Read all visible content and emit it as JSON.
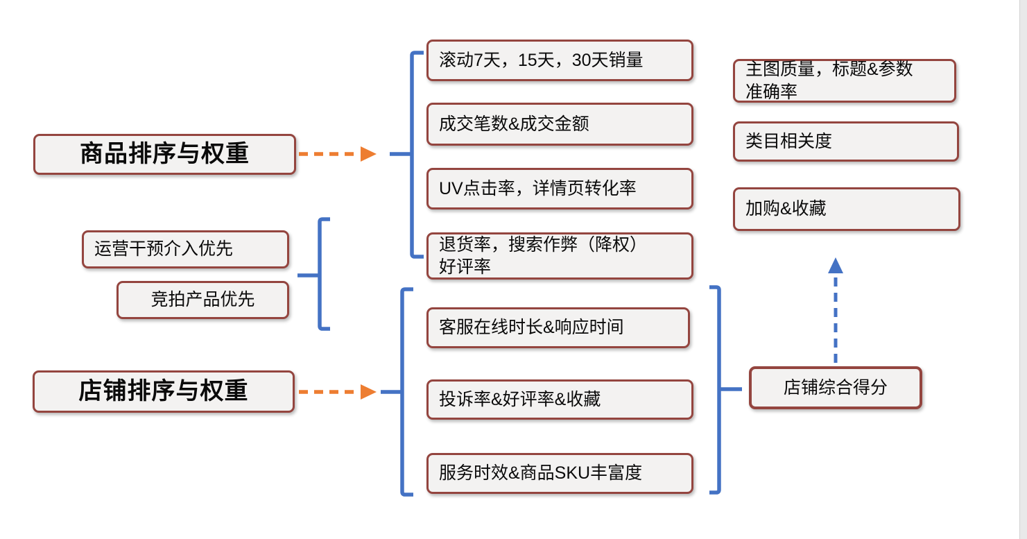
{
  "colors": {
    "box_border": "#94453f",
    "box_fill": "#f3f2f1",
    "blue": "#4472c4",
    "orange": "#ed7d31",
    "text": "#0a0a0a",
    "edge_strip": "#e9e9e9"
  },
  "nodes": {
    "product_title": "商品排序与权重",
    "store_title": "店铺排序与权重",
    "ops_priority": "运营干预介入优先",
    "auction_priority": "竞拍产品优先",
    "product_factors": [
      "滚动7天，15天，30天销量",
      "成交笔数&成交金额",
      "UV点击率，详情页转化率",
      "退货率，搜索作弊（降权）\n好评率"
    ],
    "quality_factors": [
      "主图质量，标题&参数\n准确率",
      "类目相关度",
      "加购&收藏"
    ],
    "store_factors": [
      "客服在线时长&响应时间",
      "投诉率&好评率&收藏",
      "服务时效&商品SKU丰富度"
    ],
    "store_score": "店铺综合得分"
  }
}
